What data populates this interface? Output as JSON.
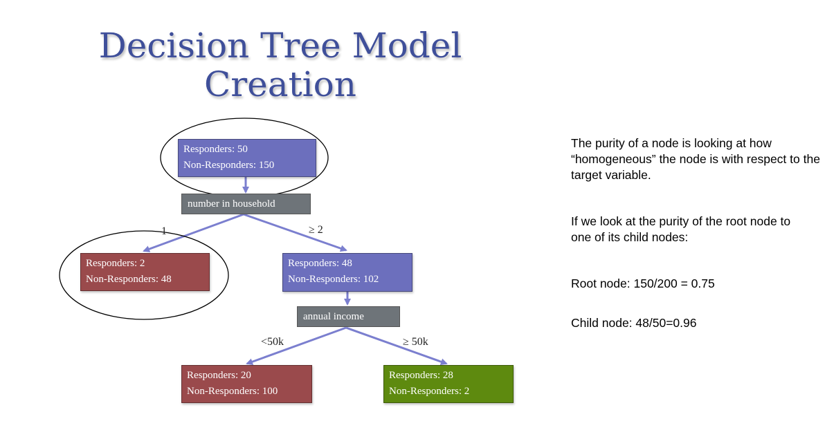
{
  "title": {
    "line1": "Decision Tree Model",
    "line2": "Creation"
  },
  "nodes": {
    "root": {
      "responders": "Responders:  50",
      "non_responders": "Non-Responders:  150"
    },
    "left": {
      "responders": "Responders:  2",
      "non_responders": "Non-Responders:  48"
    },
    "right": {
      "responders": "Responders:  48",
      "non_responders": "Non-Responders:  102"
    },
    "low_income": {
      "responders": "Responders:  20",
      "non_responders": "Non-Responders:  100"
    },
    "high_income": {
      "responders": "Responders:  28",
      "non_responders": "Non-Responders:  2"
    }
  },
  "splits": {
    "household": "number  in  household",
    "income": "annual  income"
  },
  "edge_labels": {
    "one": "1",
    "ge2": "≥ 2",
    "lt50k": "<50k",
    "ge50k": "≥ 50k"
  },
  "explanation": {
    "p1": "The purity of a node is looking at how “homogeneous” the node is with respect to the target variable.",
    "p2": "If we look at the purity of the root node to one of its child nodes:",
    "p3": "Root node: 150/200 = 0.75",
    "p4": "Child node: 48/50=0.96"
  },
  "colors": {
    "title": "#3f4f9a",
    "blue_node": "#6c6fbd",
    "red_node": "#9a4a4c",
    "green_node": "#5e8a0f",
    "split_node": "#6e7479",
    "arrow": "#7b7fcf"
  }
}
